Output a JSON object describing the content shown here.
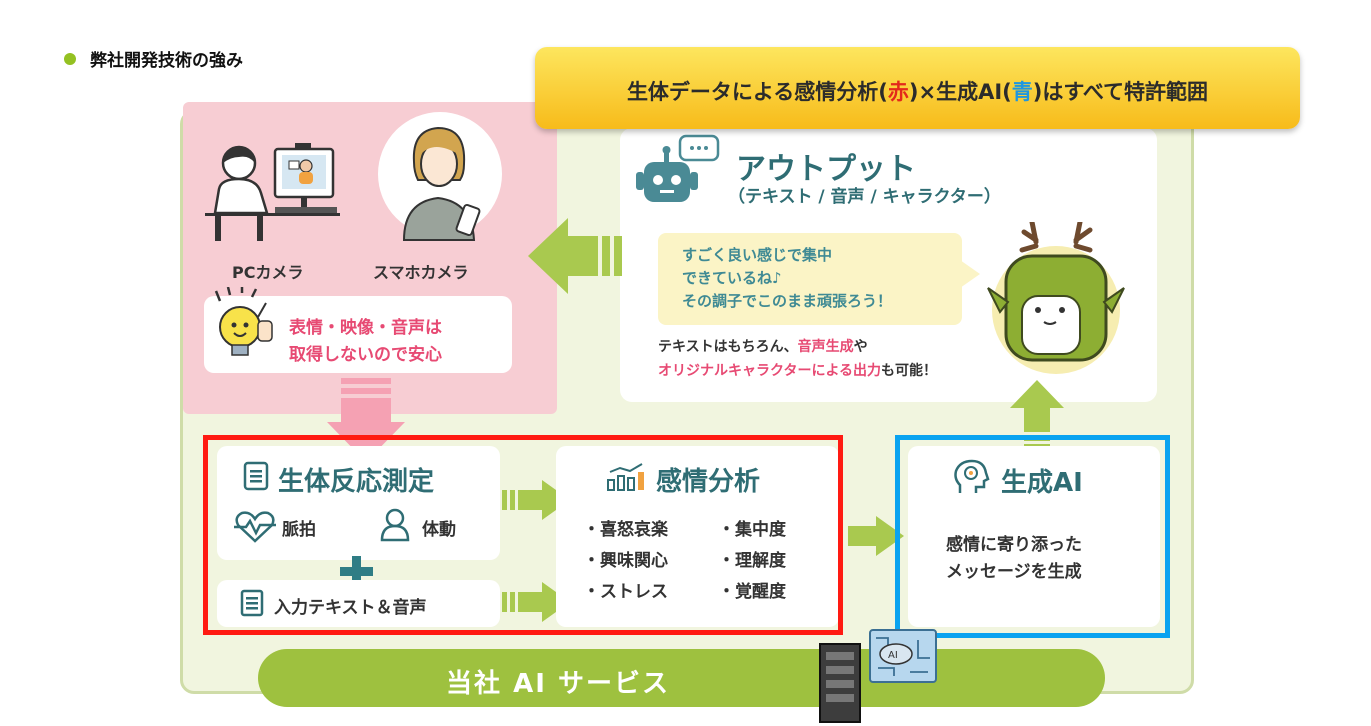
{
  "heading": "弊社開発技術の強み",
  "badge": {
    "part1": "生体データによる感情分析(",
    "red": "赤",
    "part2": ")×生成AI(",
    "blue": "青",
    "part3": ")はすべて特許範囲"
  },
  "devices": {
    "pc": "PCカメラ",
    "phone": "スマホカメラ",
    "privacy_line1": "表情・映像・音声は",
    "privacy_line2": "取得しないので安心"
  },
  "output": {
    "title": "アウトプット",
    "subtitle": "（テキスト / 音声 / キャラクター）",
    "bubble_line1": "すごく良い感じで集中",
    "bubble_line2": "できているね♪",
    "bubble_line3": "その調子でこのまま頑張ろう！",
    "desc_a": "テキストはもちろん、",
    "desc_b": "音声生成",
    "desc_c": "や",
    "desc_d": "オリジナルキャラクターによる出力",
    "desc_e": "も可能！"
  },
  "bio": {
    "title": "生体反応測定",
    "pulse": "脈拍",
    "motion": "体動",
    "input": "入力テキスト＆音声"
  },
  "emotion": {
    "title": "感情分析",
    "items": [
      "・喜怒哀楽",
      "・集中度",
      "・興味関心",
      "・理解度",
      "・ストレス",
      "・覚醒度"
    ]
  },
  "gen_ai": {
    "title": "生成AI",
    "line1": "感情に寄り添った",
    "line2": "メッセージを生成"
  },
  "service": "当社 AI サービス",
  "server_label": "AI",
  "colors": {
    "accent_green": "#94c122",
    "red_frame": "#ff1a12",
    "blue_frame": "#0aa3f0",
    "badge": "#f7bb1a"
  }
}
